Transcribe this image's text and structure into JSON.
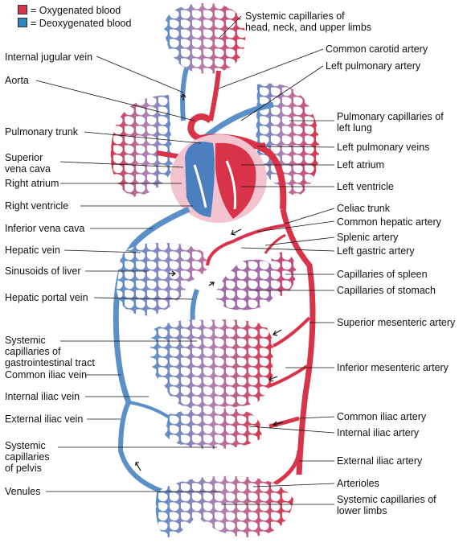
{
  "legend": {
    "oxygenated": {
      "label": "= Oxygenated blood",
      "color": "#d9334a"
    },
    "deoxygenated": {
      "label": "= Deoxygenated blood",
      "color": "#2f86bf"
    }
  },
  "colors": {
    "arterial": "#d9334a",
    "venous": "#5b8fc7",
    "heart_outer": "#f2c4cf",
    "leader": "#111111"
  },
  "left_labels": [
    {
      "id": "internal-jugular-vein",
      "text": "Internal jugular vein"
    },
    {
      "id": "aorta",
      "text": "Aorta"
    },
    {
      "id": "pulmonary-trunk",
      "text": "Pulmonary trunk"
    },
    {
      "id": "superior-vena-cava",
      "text": "Superior\nvena cava"
    },
    {
      "id": "right-atrium",
      "text": "Right atrium"
    },
    {
      "id": "right-ventricle",
      "text": "Right ventricle"
    },
    {
      "id": "inferior-vena-cava",
      "text": "Inferior vena cava"
    },
    {
      "id": "hepatic-vein",
      "text": "Hepatic vein"
    },
    {
      "id": "sinusoids-of-liver",
      "text": "Sinusoids of liver"
    },
    {
      "id": "hepatic-portal-vein",
      "text": "Hepatic portal vein"
    },
    {
      "id": "systemic-capillaries-gi",
      "text": "Systemic\ncapillaries of\ngastrointestinal tract"
    },
    {
      "id": "common-iliac-vein",
      "text": "Common iliac vein"
    },
    {
      "id": "internal-iliac-vein",
      "text": "Internal iliac vein"
    },
    {
      "id": "external-iliac-vein",
      "text": "External iliac vein"
    },
    {
      "id": "systemic-capillaries-pelvis",
      "text": "Systemic\ncapillaries\nof pelvis"
    },
    {
      "id": "venules",
      "text": "Venules"
    }
  ],
  "right_labels": [
    {
      "id": "systemic-capillaries-head",
      "text": "Systemic capillaries of\nhead, neck, and upper limbs"
    },
    {
      "id": "common-carotid-artery",
      "text": "Common carotid artery"
    },
    {
      "id": "left-pulmonary-artery",
      "text": "Left pulmonary artery"
    },
    {
      "id": "pulmonary-capillaries-left-lung",
      "text": "Pulmonary capillaries of\nleft lung"
    },
    {
      "id": "left-pulmonary-veins",
      "text": "Left pulmonary veins"
    },
    {
      "id": "left-atrium",
      "text": "Left atrium"
    },
    {
      "id": "left-ventricle",
      "text": "Left ventricle"
    },
    {
      "id": "celiac-trunk",
      "text": "Celiac trunk"
    },
    {
      "id": "common-hepatic-artery",
      "text": "Common hepatic artery"
    },
    {
      "id": "splenic-artery",
      "text": "Splenic artery"
    },
    {
      "id": "left-gastric-artery",
      "text": "Left gastric artery"
    },
    {
      "id": "capillaries-of-spleen",
      "text": "Capillaries of spleen"
    },
    {
      "id": "capillaries-of-stomach",
      "text": "Capillaries of stomach"
    },
    {
      "id": "superior-mesenteric-artery",
      "text": "Superior mesenteric artery"
    },
    {
      "id": "inferior-mesenteric-artery",
      "text": "Inferior mesenteric artery"
    },
    {
      "id": "common-iliac-artery",
      "text": "Common iliac artery"
    },
    {
      "id": "internal-iliac-artery",
      "text": "Internal iliac artery"
    },
    {
      "id": "external-iliac-artery",
      "text": "External iliac artery"
    },
    {
      "id": "arterioles",
      "text": "Arterioles"
    },
    {
      "id": "systemic-capillaries-lower-limbs",
      "text": "Systemic capillaries of\nlower limbs"
    }
  ]
}
